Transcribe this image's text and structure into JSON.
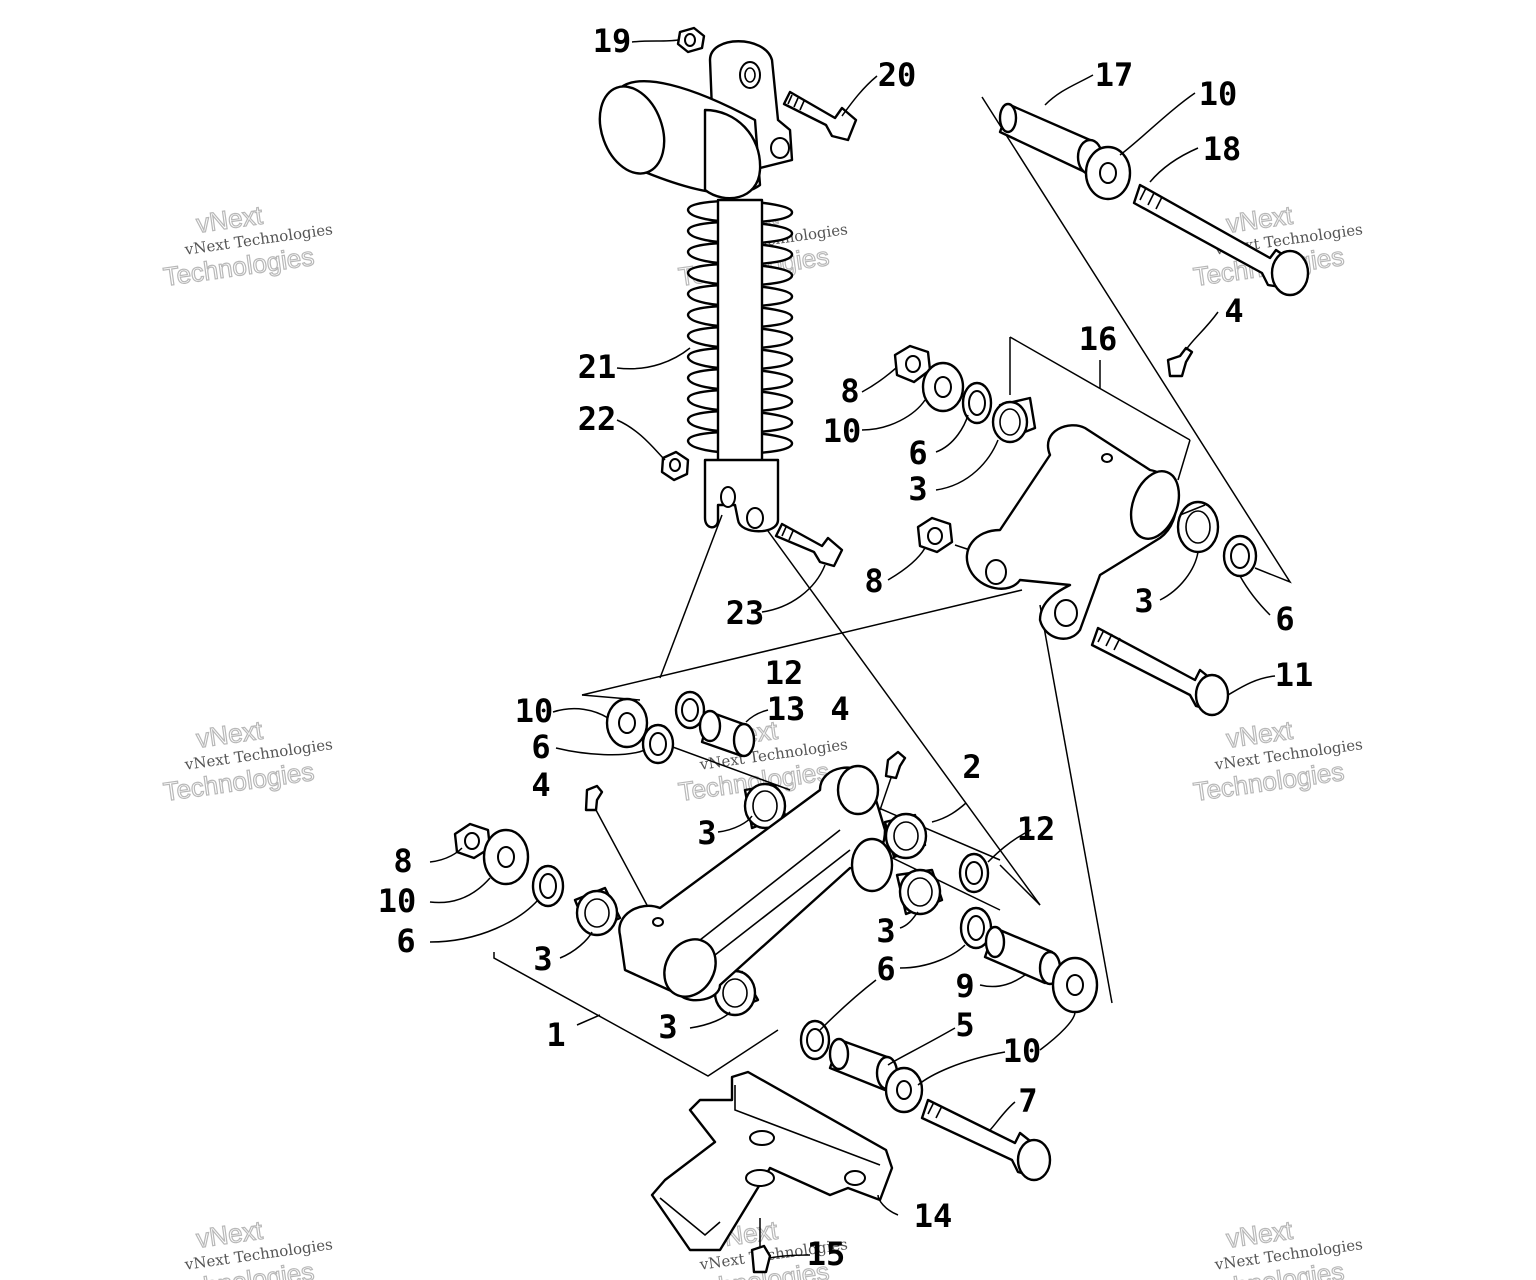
{
  "watermark": {
    "brand": "vNext",
    "line": "vNext Technologies",
    "word": "Technologies"
  },
  "callouts": [
    "1",
    "2",
    "3",
    "4",
    "5",
    "6",
    "7",
    "8",
    "9",
    "10",
    "11",
    "12",
    "13",
    "14",
    "15",
    "16",
    "17",
    "18",
    "19",
    "20",
    "21",
    "22",
    "23"
  ]
}
